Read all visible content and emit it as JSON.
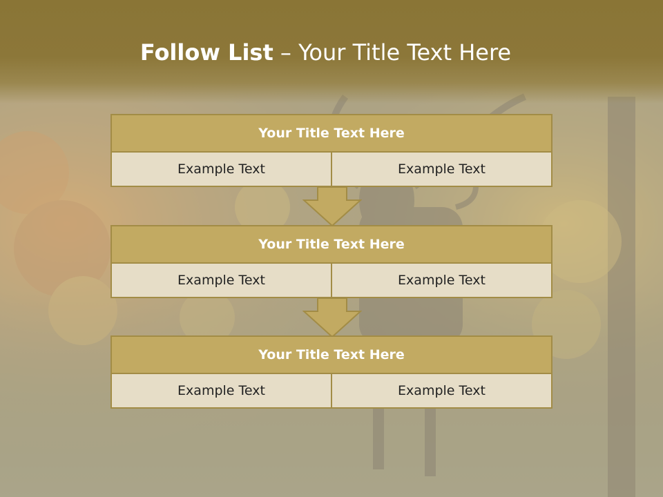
{
  "slide": {
    "title_bold": "Follow List",
    "title_rest": " – Your Title Text Here"
  },
  "steps": [
    {
      "title": "Your Title Text Here",
      "left": "Example Text",
      "right": "Example Text"
    },
    {
      "title": "Your Title Text Here",
      "left": "Example Text",
      "right": "Example Text"
    },
    {
      "title": "Your Title Text Here",
      "left": "Example Text",
      "right": "Example Text"
    }
  ],
  "colors": {
    "header_band": "#8a7536",
    "step_title_fill": "#c2aa62",
    "step_border": "#a28c46",
    "cell_fill": "#e6ddc7",
    "arrow_fill": "#c2aa62"
  }
}
